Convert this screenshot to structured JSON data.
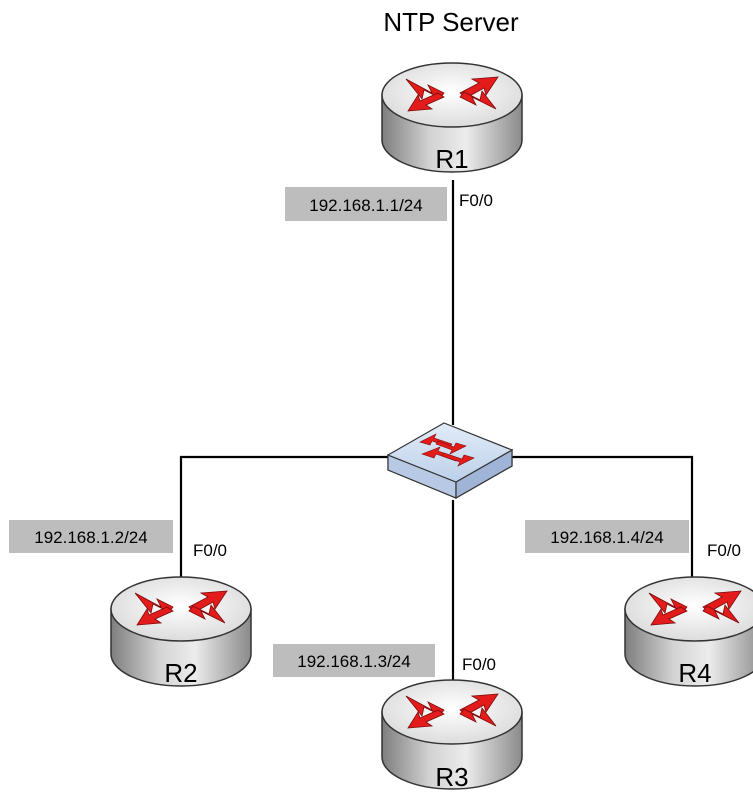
{
  "title": "NTP Server",
  "switch": {
    "icon": "switch-icon"
  },
  "routers": [
    {
      "id": "r1",
      "name": "R1",
      "interface": "F0/0",
      "ip": "192.168.1.1/24",
      "icon": "router-icon"
    },
    {
      "id": "r2",
      "name": "R2",
      "interface": "F0/0",
      "ip": "192.168.1.2/24",
      "icon": "router-icon"
    },
    {
      "id": "r3",
      "name": "R3",
      "interface": "F0/0",
      "ip": "192.168.1.3/24",
      "icon": "router-icon"
    },
    {
      "id": "r4",
      "name": "R4",
      "interface": "F0/0",
      "ip": "192.168.1.4/24",
      "icon": "router-icon"
    }
  ],
  "colors": {
    "arrow": "#e31b1b",
    "router_top": "#f2f2f2",
    "router_side": "#a8a8a8",
    "switch": "#bcd0ea",
    "ip_box": "#bdbdbd"
  }
}
